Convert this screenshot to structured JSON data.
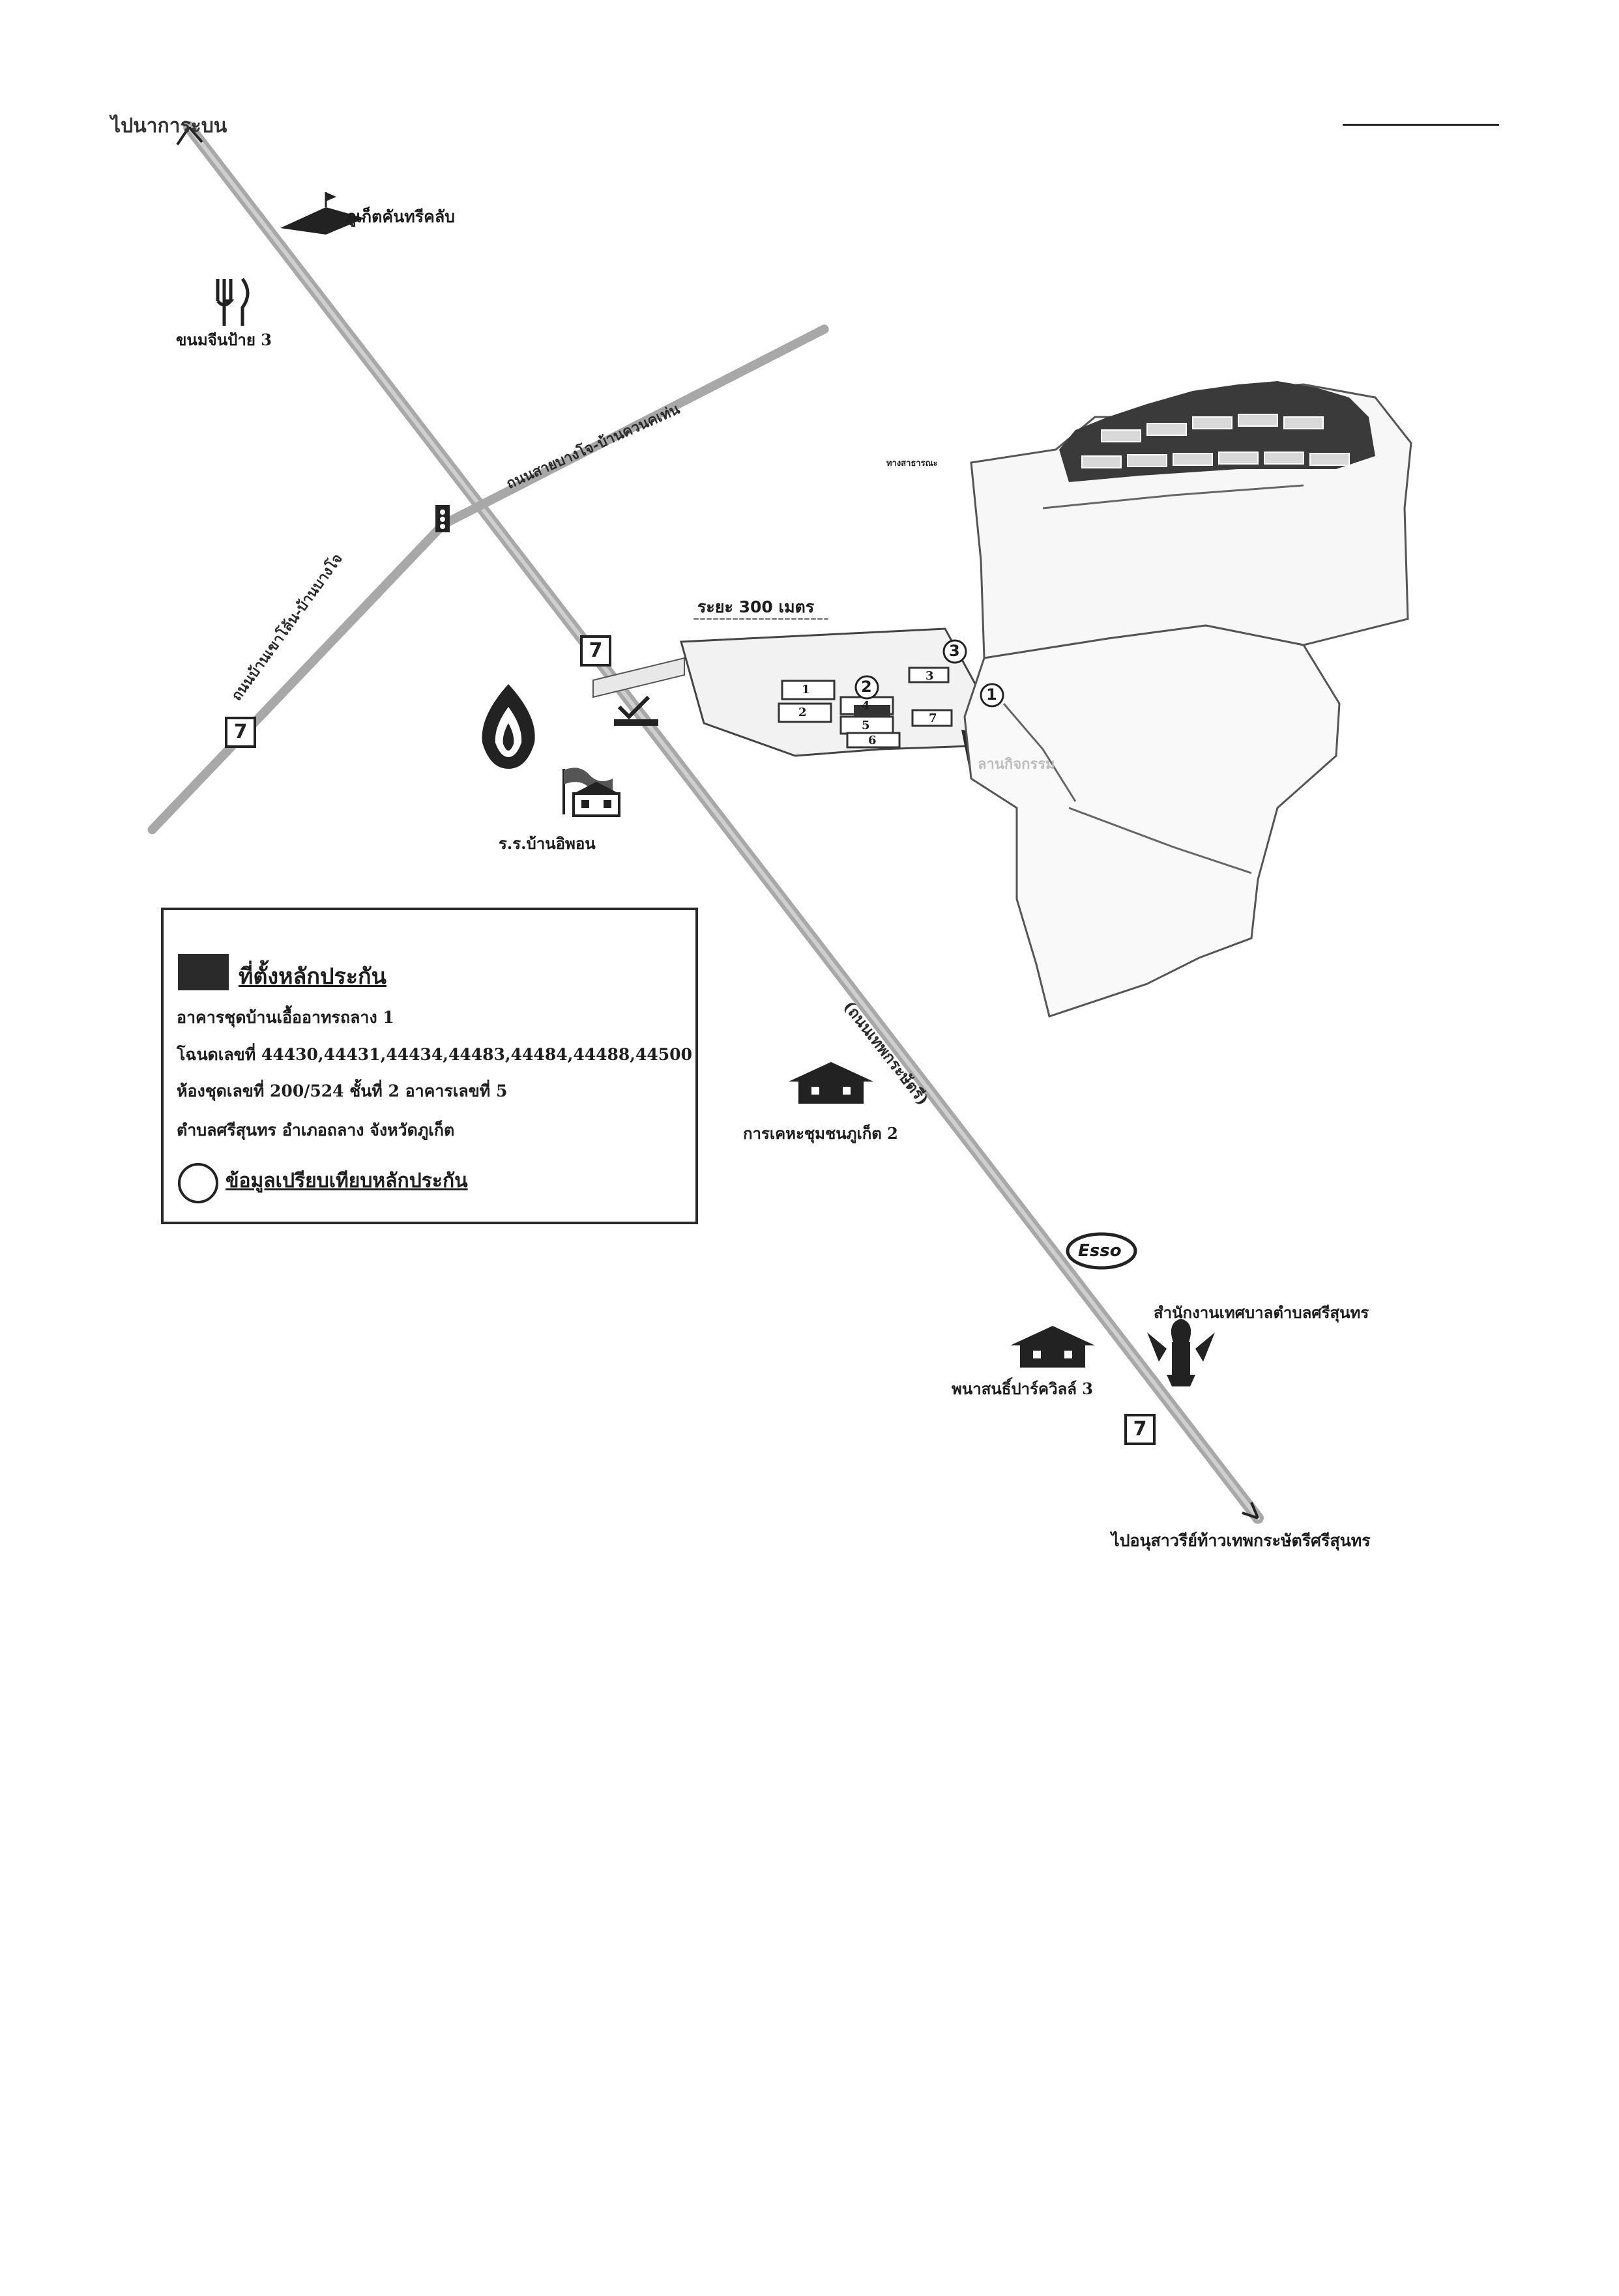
{
  "map_title": "ไปนาการะบน",
  "labels": {
    "golf": "ภูเก็ตคันทรีคลับ",
    "restaurant": "ขนมจีนป้าย 3",
    "road_bang_jo": "ถนนสายบางโจ-บ้านควนคเท่น",
    "road_khao_lan": "ถนนบ้านเขาโล้น-บ้านบางโจ",
    "distance": "ระยะ 300 เมตร",
    "school": "ร.ร.บ้านอิพอน",
    "main_road": "(ถนนเทพกระษัตรี)",
    "community": "การเคหะชุมชนภูเก็ต 2",
    "gas_brand": "Esso",
    "municipal": "สำนักงานเทศบาลตำบลศรีสุนทร",
    "park": "พนาสนธิ์ปาร์ควิลล์ 3",
    "destination": "ไปอนุสาวรีย์ท้าวเทพกระษัตรีศรีสุนทร",
    "project_area": "ลานกิจกรรม",
    "top_note": "ทางสาธารณะ",
    "store_sign": "7"
  },
  "markers": [
    "1",
    "2",
    "3"
  ],
  "plot_numbers": [
    "1",
    "2",
    "3",
    "4",
    "5",
    "6",
    "7"
  ],
  "legend": {
    "title": "ที่ตั้งหลักประกัน",
    "line1": "อาคารชุดบ้านเอื้ออาทรถลาง 1",
    "line2": "โฉนดเลขที่ 44430,44431,44434,44483,44484,44488,44500",
    "line3": "ห้องชุดเลขที่ 200/524 ชั้นที่ 2 อาคารเลขที่ 5",
    "line4": "ตำบลศรีสุนทร อำเภอถลาง จังหวัดภูเก็ต",
    "comparison": "ข้อมูลเปรียบเทียบหลักประกัน"
  },
  "icons": [
    "golf-icon",
    "fork-knife-icon",
    "traffic-light-icon",
    "seven-eleven-icon",
    "ptt-flame-icon",
    "checkmark-icon",
    "school-icon",
    "house-icon",
    "esso-icon",
    "garuda-icon",
    "arrow-icon"
  ],
  "colors": {
    "ink": "#1c1c1c",
    "road": "#9a9a9a",
    "fill_dark": "#2a2a2a"
  }
}
